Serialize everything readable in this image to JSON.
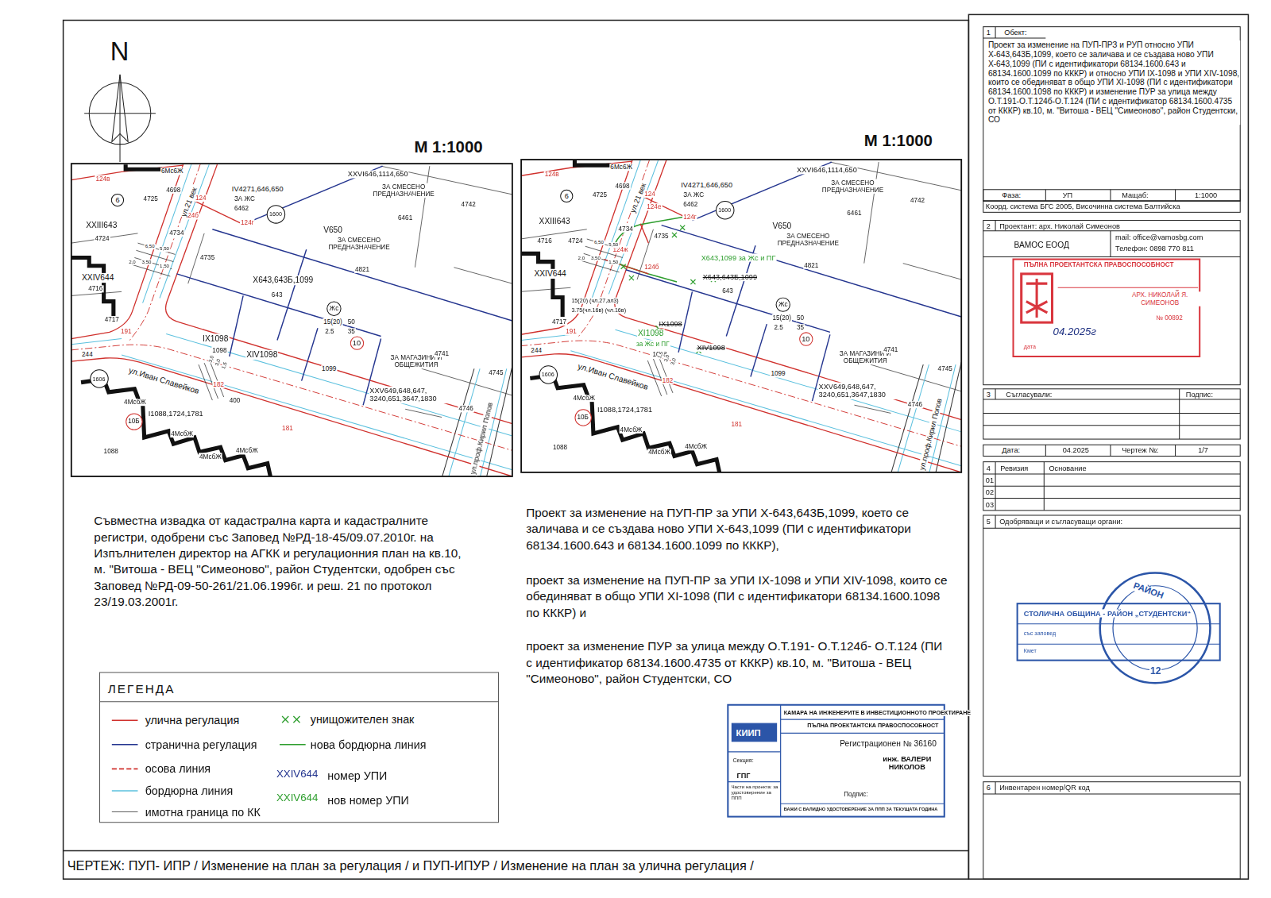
{
  "diagram": {
    "nodes": [
      {
        "text": [
          "6"
        ]
      },
      {
        "text": [
          "1600"
        ]
      },
      {
        "text": [
          "Жс"
        ]
      },
      {
        "text": [
          "10"
        ]
      },
      {
        "text": [
          "1606"
        ]
      },
      {
        "text": [
          "10Б"
        ]
      },
      {
        "text": [
          "6"
        ]
      },
      {
        "text": [
          "1600"
        ]
      },
      {
        "text": [
          "Жс"
        ]
      },
      {
        "text": [
          "10"
        ]
      },
      {
        "text": [
          "1606"
        ]
      },
      {
        "text": [
          "10Б"
        ]
      }
    ],
    "labels": [
      "6Мс6Ж",
      "4698",
      "124в",
      "4725",
      "124",
      "124б",
      "124г",
      "XXIII643",
      "4724",
      "4734",
      "ул.21 век",
      "IV4271,646,650",
      "ЗА ЖС",
      "6462",
      "XXVI646,1114,650",
      "ЗА СМЕСЕНО ПРЕДНАЗНАЧЕНИЕ",
      "6461",
      "4742",
      "V650",
      "ЗА СМЕСЕНО ПРЕДНАЗНАЧЕНИЕ",
      "4821",
      "4735",
      "X643,643Б,1099",
      "643",
      "15(20)",
      "50",
      "2.5",
      "35",
      "XXIV644",
      "4716",
      "4717",
      "191",
      "IX1098",
      "1098",
      "XIV1098",
      "1099",
      "ЗА МАГАЗИНИ И ОБЩЕЖИТИЯ",
      "4741",
      "4745",
      "XXV649,648,647, 3240,651,3647,1830",
      "4746",
      "ул.проф.Кирил Попов",
      "244",
      "ул.Иван Славейков",
      "182",
      "400",
      "181",
      "4МсбЖ",
      "I1088,1724,1781",
      "4МсбЖ",
      "4МсбЖ",
      "4МсбЖ",
      "1088",
      "6,50",
      "5,50",
      "3,50",
      "1,50",
      "2,0",
      "3,0",
      "3,0",
      "1,5",
      "6Мс6Ж",
      "4698",
      "124в",
      "4725",
      "124",
      "124е",
      "124г",
      "XXIII643",
      "4716",
      "4724",
      "4734",
      "ул.21 век",
      "IV4271,646,650",
      "ЗА ЖС",
      "6462",
      "XXVI646,1114,650",
      "ЗА СМЕСЕНО ПРЕДНАЗНАЧЕНИЕ",
      "6461",
      "4742",
      "V650",
      "ЗА СМЕСЕНО ПРЕДНАЗНАЧЕНИЕ",
      "4821",
      "4735",
      "124ж",
      "124б",
      "X643,1099 за Жс и ПГ",
      "X643,643Б,1099",
      "643",
      "XXIV644",
      "4717",
      "15(20) (чл.27,ал3)",
      "3.75(чл.16в) (чл.16в)",
      "191",
      "IX1098",
      "XI1098",
      "за Жс и ПГ",
      "XIV1098",
      "1098",
      "1099",
      "15(20)",
      "50",
      "2.5",
      "35",
      "ЗА МАГАЗИНИ И ОБЩЕЖИТИЯ",
      "4741",
      "4745",
      "XXV649,648,647, 3240,651,3647,1830",
      "4746",
      "ул.проф.Кирил Попов",
      "244",
      "ул.Иван Славейков",
      "182",
      "181",
      "4МсбЖ",
      "I1088,1724,1781",
      "4МсбЖ",
      "4МсбЖ",
      "4МсбЖ",
      "1088",
      "6,50",
      "5,50",
      "3,50",
      "1,50",
      "2,0",
      "1,5",
      "3,0",
      "3,0",
      "N",
      "M 1:1000",
      "M 1:1000",
      "Съвместна извадка от кадастрална карта и кадастралните регистри, одобрени със Заповед №РД-18-45/09.07.2010г. на Изпълнителен директор на АГКК и регулационния план на кв.10, м. \"Витоша - ВЕЦ \"Симеоново\", район Студентски, одобрен със Заповед №РД-09-50-261/21.06.1996г. и реш. 21 по протокол 23/19.03.2001г.",
      "Проект за изменение на ПУП-ПР за УПИ Х-643,643Б,1099, което се заличава и се създава ново УПИ Х-643,1099 (ПИ с идентификатори 68134.1600.643 и 68134.1600.1099 по КККР),",
      "проект за изменение на ПУП-ПР за УПИ IX-1098 и УПИ XIV-1098, които се обединяват в общо УПИ XI-1098 (ПИ с идентификатори 68134.1600.1098 по КККР) и",
      "проект за изменение ПУР за улица между О.Т.191- О.Т.124б- О.Т.124 (ПИ с идентификатор 68134.1600.4735 от КККР) кв.10, м. \"Витоша - ВЕЦ \"Симеоново\", район Студентски, СО",
      "ЛЕГЕНДА",
      "XXIV644",
      "XXIV644",
      "КИИП",
      "КАМАРА НА ИНЖЕНЕРИТЕ В ИНВЕСТИЦИОННОТО ПРОЕКТИРАНЕ",
      "ПЪЛНА ПРОЕКТАНТСКА ПРАВОСПОСОБНОСТ",
      "Регистрационен № 36160",
      "Секция:",
      "ГПГ",
      "инж. ВАЛЕРИ НИКОЛОВ",
      "Части на проекта: за удостоверение за ППП",
      "Подпис:",
      "ВАЖИ С ВАЛИДНО УДОСТОВЕРЕНИЕ ЗА ППП ЗА ТЕКУЩАТА ГОДИНА",
      "ЧЕРТЕЖ: ПУП- ИПР / Изменение на план за регулация / и ПУП-ИПУР / Изменение на план за улична регулация /",
      "1",
      "Обект:",
      "Проект за изменение на ПУП-ПРЗ и РУП относно УПИ Х-643,643Б,1099, което се заличава и се създава ново УПИ Х-643,1099 (ПИ с идентификатори 68134.1600.643 и 68134.1600.1099 по КККР) и относно УПИ IX-1098 и УПИ XIV-1098, които се обединяват в общо УПИ XI-1098 (ПИ с идентификатори 68134.1600.1098 по КККР) и изменение ПУР за улица между О.Т.191-О.Т.124б-О.Т.124 (ПИ с идентификатор 68134.1600.4735 от КККР) кв.10, м. \"Витоша - ВЕЦ \"Симеоново\", район Студентски, СО",
      "Фаза:",
      "УП",
      "Мащаб:",
      "1:1000",
      "Коорд. система БГС 2005, Височинна система Балтийска",
      "2",
      "Проектант: арх. Николай Симеонов",
      "ВАМОС ЕООД",
      "mail: office@vamosbg.com",
      "Телефон: 0898 770 811",
      "ПЪЛНА ПРОЕКТАНТСКА ПРАВОСПОСОБНОСТ",
      "АРХ. НИКОЛАЙ Я. СИМЕОНОВ",
      "№ 00892",
      "дата",
      "04.2025г",
      "3",
      "Съгласували:",
      "Подпис:",
      "Дата:",
      "04.2025",
      "Чертеж №:",
      "1/7",
      "4",
      "Ревизия",
      "Основание",
      "01",
      "02",
      "03",
      "5",
      "Одобряващи и съгласуващи органи:",
      "СТОЛИЧНА ОБЩИНА - РАЙОН „СТУДЕНТСКИ“",
      "със заповед",
      "Кмет",
      "РАЙОН",
      "12",
      "6",
      "Инвентарен номер/QR код"
    ],
    "legend": [
      {
        "text": "улична регулация"
      },
      {
        "text": "странична регулация"
      },
      {
        "text": "осова линия"
      },
      {
        "text": "бордюрна линия"
      },
      {
        "text": "имотна граница по КК"
      },
      {
        "text": "унищожителен знак"
      },
      {
        "text": "нова бордюрна линия"
      },
      {
        "text": "номер УПИ"
      },
      {
        "text": "нов номер УПИ"
      }
    ]
  }
}
